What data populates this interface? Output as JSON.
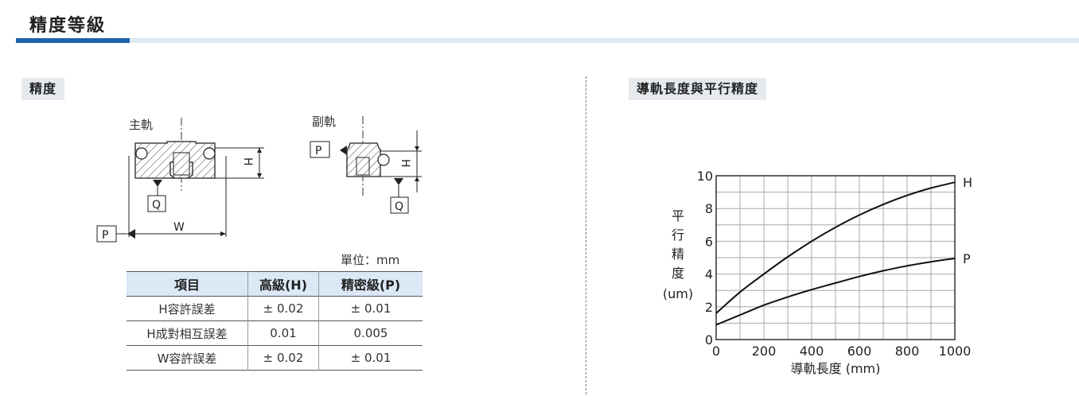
{
  "page": {
    "title": "精度等級"
  },
  "left": {
    "section_label": "精度",
    "diagram": {
      "main_rail_label": "主軌",
      "sub_rail_label": "副軌",
      "label_p": "P",
      "label_q": "Q",
      "label_w": "W",
      "label_h": "H"
    },
    "unit": "單位：mm",
    "table": {
      "headers": [
        "項目",
        "高級(H)",
        "精密級(P)"
      ],
      "rows": [
        [
          "H容許誤差",
          "± 0.02",
          "± 0.01"
        ],
        [
          "H成對相互誤差",
          "0.01",
          "0.005"
        ],
        [
          "W容許誤差",
          "± 0.02",
          "± 0.01"
        ]
      ]
    }
  },
  "right": {
    "section_label": "導軌長度與平行精度"
  },
  "chart_data": {
    "type": "line",
    "title": "",
    "xlabel": "導軌長度 (mm)",
    "ylabel": "平行精度(um)",
    "xlim": [
      0,
      1000
    ],
    "ylim": [
      0,
      10
    ],
    "x_ticks": [
      0,
      200,
      400,
      600,
      800,
      1000
    ],
    "y_ticks": [
      0,
      2,
      4,
      6,
      8,
      10
    ],
    "grid": true,
    "series": [
      {
        "name": "H",
        "x": [
          0,
          100,
          200,
          300,
          400,
          500,
          600,
          700,
          800,
          900,
          1000
        ],
        "values": [
          1.6,
          2.9,
          4.0,
          5.05,
          6.0,
          6.85,
          7.6,
          8.25,
          8.8,
          9.25,
          9.6
        ]
      },
      {
        "name": "P",
        "x": [
          0,
          100,
          200,
          300,
          400,
          500,
          600,
          700,
          800,
          900,
          1000
        ],
        "values": [
          0.9,
          1.5,
          2.1,
          2.6,
          3.05,
          3.45,
          3.85,
          4.2,
          4.5,
          4.75,
          4.95
        ]
      }
    ]
  }
}
